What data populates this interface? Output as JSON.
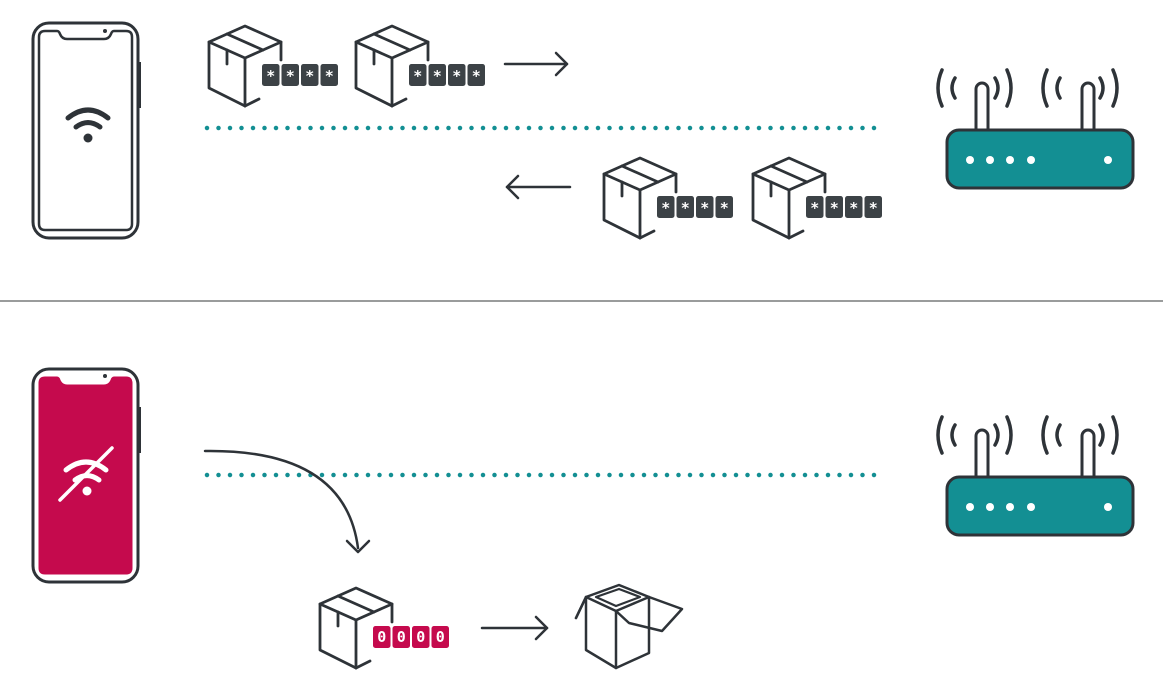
{
  "title": "Encrypted vs unencrypted Wi-Fi traffic",
  "colors": {
    "outline": "#2e3338",
    "router": "#138f93",
    "dots": "#138f93",
    "alert": "#c50a4d",
    "code_secure": "#3c4246",
    "divider": "#9a9c9c",
    "background": "#ffffff"
  },
  "panels": [
    {
      "id": "secure",
      "phone": {
        "icon": "wifi-icon",
        "state": "connected"
      },
      "router": {
        "icon": "router-icon",
        "leds": 5
      },
      "connection": "dotted-line",
      "outgoing_packets": [
        {
          "label": [
            "*",
            "*",
            "*",
            "*"
          ],
          "icon": "closed-box-icon"
        },
        {
          "label": [
            "*",
            "*",
            "*",
            "*"
          ],
          "icon": "closed-box-icon"
        }
      ],
      "outgoing_arrow": "arrow-right-icon",
      "incoming_packets": [
        {
          "label": [
            "*",
            "*",
            "*",
            "*"
          ],
          "icon": "closed-box-icon"
        },
        {
          "label": [
            "*",
            "*",
            "*",
            "*"
          ],
          "icon": "closed-box-icon"
        }
      ],
      "incoming_arrow": "arrow-left-icon"
    },
    {
      "id": "insecure",
      "phone": {
        "icon": "wifi-off-icon",
        "state": "disconnected"
      },
      "router": {
        "icon": "router-icon",
        "leds": 5
      },
      "connection": "dotted-line",
      "diverted_arrow": "curved-arrow-down-icon",
      "packet": {
        "label": [
          "0",
          "0",
          "0",
          "0"
        ],
        "icon": "closed-box-icon"
      },
      "result_arrow": "arrow-right-icon",
      "result": {
        "icon": "open-box-icon"
      }
    }
  ]
}
